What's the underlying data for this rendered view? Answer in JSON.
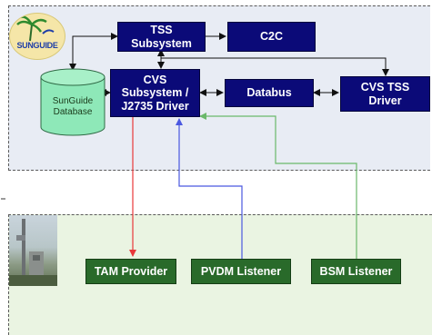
{
  "logo": {
    "text": "SUNGUIDE"
  },
  "boxes": {
    "tss": "TSS\nSubsystem",
    "c2c": "C2C",
    "cvs": "CVS\nSubsystem /\nJ2735 Driver",
    "databus": "Databus",
    "cvs_tss": "CVS TSS\nDriver",
    "tam": "TAM Provider",
    "pvdm": "PVDM Listener",
    "bsm": "BSM Listener"
  },
  "database": {
    "label": "SunGuide\nDatabase"
  },
  "colors": {
    "navy": "#0b0a78",
    "green": "#296a2a",
    "database": "#8ee8b8",
    "tam_line": "#e8383a",
    "pvdm_line": "#4a58e0",
    "bsm_line": "#6ab86a"
  }
}
